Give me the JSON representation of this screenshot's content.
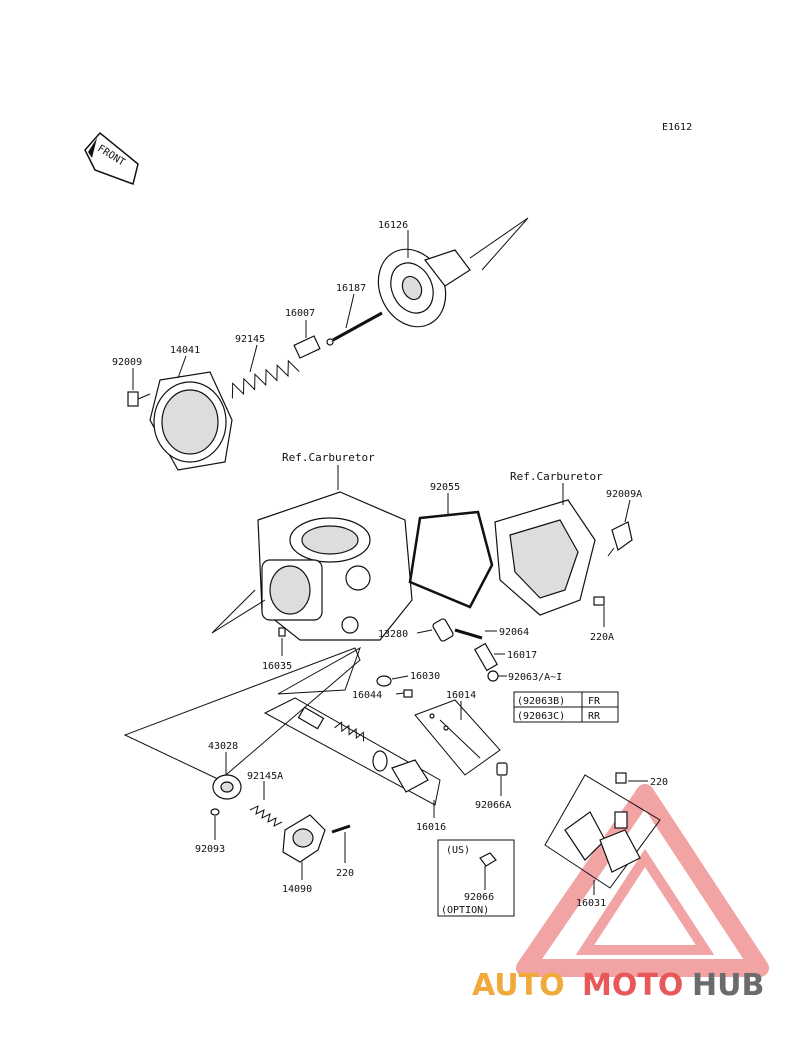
{
  "diagram_code": "E1612",
  "front_label": "FRONT",
  "ref_labels": [
    "Ref.Carburetor",
    "Ref.Carburetor"
  ],
  "parts": {
    "p16126": "16126",
    "p16187": "16187",
    "p16007": "16007",
    "p92145": "92145",
    "p14041": "14041",
    "p92009": "92009",
    "p92055": "92055",
    "p92009A": "92009A",
    "p220A": "220A",
    "p13280": "13280",
    "p92064": "92064",
    "p16017": "16017",
    "p92063": "92063/A~I",
    "p16035": "16035",
    "p16030": "16030",
    "p16044": "16044",
    "p16014": "16014",
    "p43028": "43028",
    "p92145A": "92145A",
    "p92093": "92093",
    "p14090": "14090",
    "p220b": "220",
    "p16016": "16016",
    "p92066A": "92066A",
    "p220c": "220",
    "p16031": "16031",
    "p92066": "92066"
  },
  "variant_table": [
    {
      "code": "(92063B)",
      "pos": "FR"
    },
    {
      "code": "(92063C)",
      "pos": "RR"
    }
  ],
  "option_box": {
    "top": "(US)",
    "bottom": "(OPTION)"
  },
  "watermark": {
    "auto": "AUTO",
    "moto": "MOTO",
    "hub": "HUB"
  }
}
